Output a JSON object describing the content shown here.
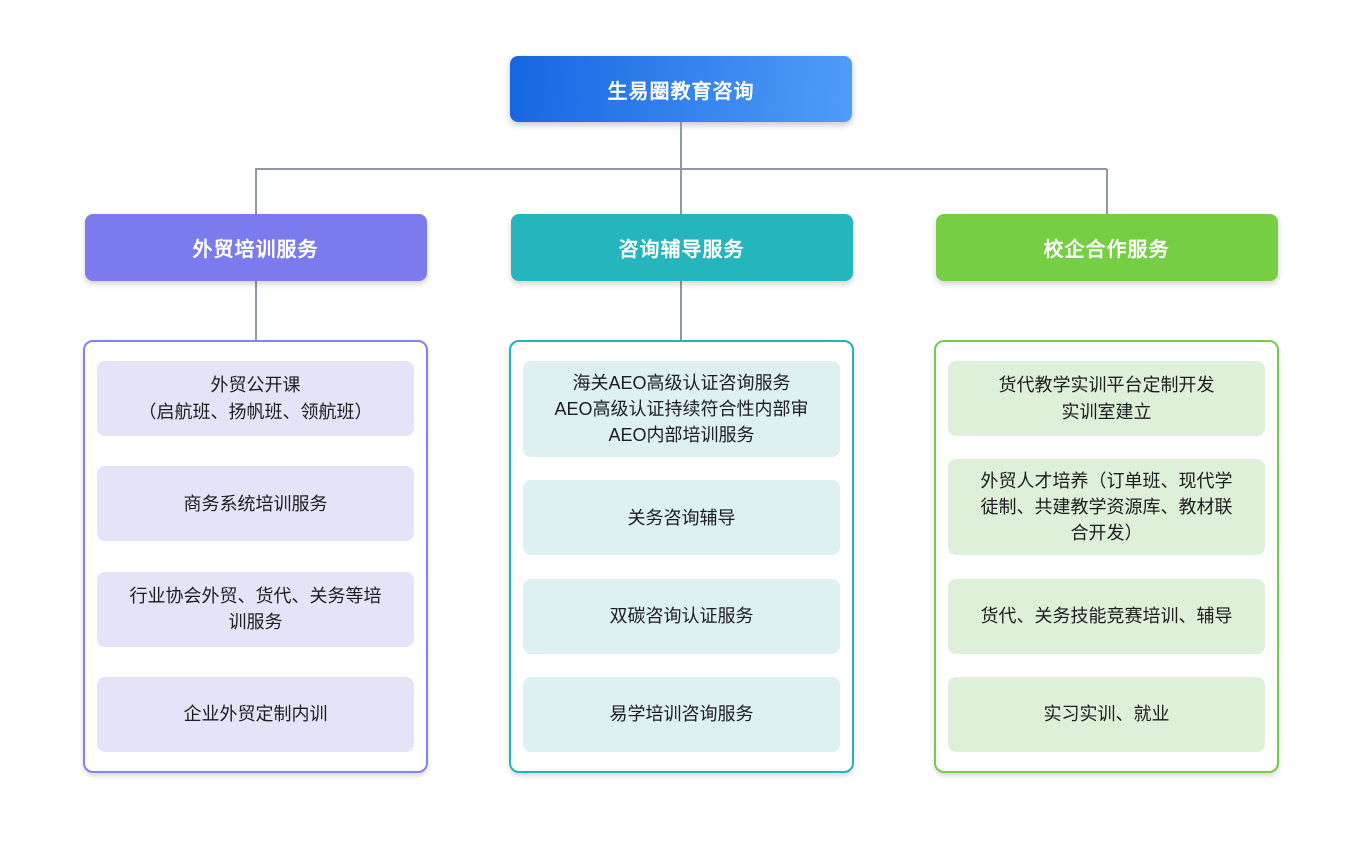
{
  "root": {
    "label": "生易圈教育咨询",
    "gradient_left": "#1766e2",
    "gradient_right": "#4f9df8"
  },
  "connector_color": "#8e98a6",
  "columns": [
    {
      "id": "trade-training",
      "header": "外贸培训服务",
      "accent": "#7b7bee",
      "item_bg": "#e5e3f8",
      "items": [
        {
          "text": "外贸公开课\n（启航班、扬帆班、领航班）"
        },
        {
          "text": "商务系统培训服务"
        },
        {
          "text": "行业协会外贸、货代、关务等培\n训服务"
        },
        {
          "text": "企业外贸定制内训"
        }
      ]
    },
    {
      "id": "consulting-coaching",
      "header": "咨询辅导服务",
      "accent": "#25b6bd",
      "item_bg": "#ddf0f2",
      "items": [
        {
          "text": "海关AEO高级认证咨询服务\nAEO高级认证持续符合性内部审\nAEO内部培训服务"
        },
        {
          "text": "关务咨询辅导"
        },
        {
          "text": "双碳咨询认证服务"
        },
        {
          "text": "易学培训咨询服务"
        }
      ]
    },
    {
      "id": "school-enterprise",
      "header": "校企合作服务",
      "accent": "#76ce45",
      "item_bg": "#dff0da",
      "items": [
        {
          "text": "货代教学实训平台定制开发\n实训室建立"
        },
        {
          "text": "外贸人才培养（订单班、现代学\n徒制、共建教学资源库、教材联\n合开发）"
        },
        {
          "text": "货代、关务技能竞赛培训、辅导"
        },
        {
          "text": "实习实训、就业"
        }
      ]
    }
  ]
}
